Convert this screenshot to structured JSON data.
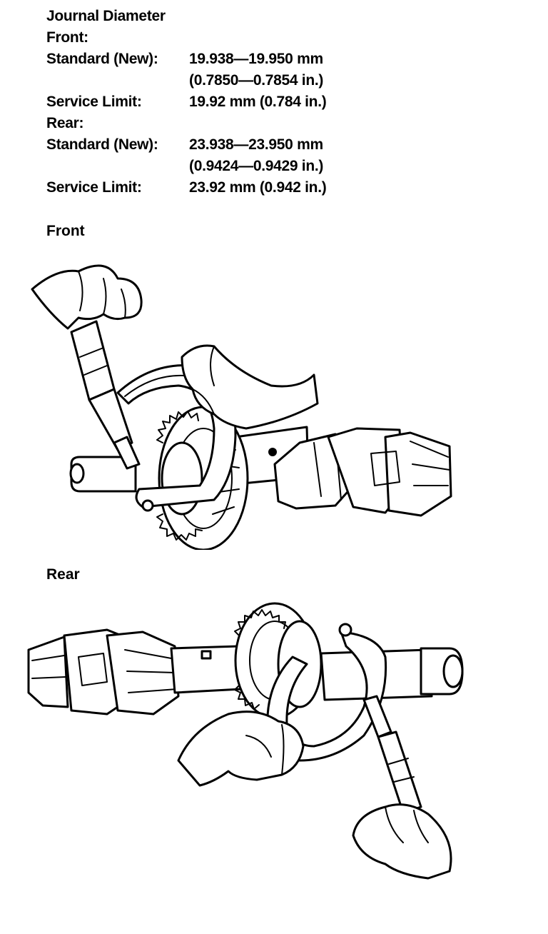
{
  "journal": {
    "title": "Journal Diameter",
    "front": {
      "heading": "Front:",
      "standard_label": "Standard (New):",
      "standard_mm": "19.938—19.950 mm",
      "standard_in": "(0.7850—0.7854 in.)",
      "limit_label": "Service Limit:",
      "limit_value": "19.92 mm (0.784 in.)"
    },
    "rear": {
      "heading": "Rear:",
      "standard_label": "Standard (New):",
      "standard_mm": "23.938—23.950 mm",
      "standard_in": "(0.9424—0.9429 in.)",
      "limit_label": "Service Limit:",
      "limit_value": "23.92 mm (0.942 in.)"
    }
  },
  "figures": {
    "front_caption": "Front",
    "rear_caption": "Rear"
  }
}
